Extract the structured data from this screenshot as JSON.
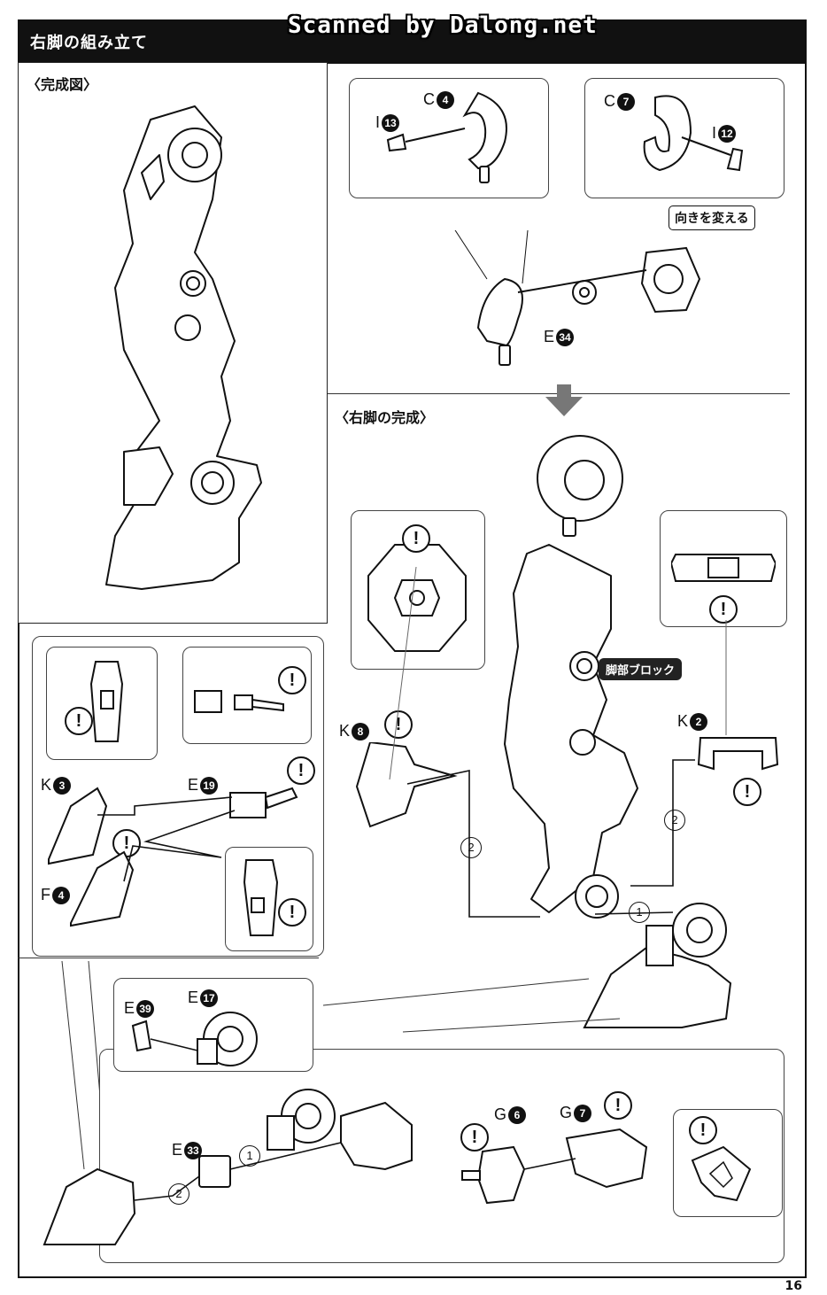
{
  "header": {
    "title": "右脚の組み立て",
    "scanner_mark": "Scanned by Dalong.net"
  },
  "sections": {
    "completed_view": "〈完成図〉",
    "right_leg_completion": "〈右脚の完成〉"
  },
  "parts": {
    "c4": {
      "letter": "C",
      "num": "4"
    },
    "i13": {
      "letter": "I",
      "num": "13"
    },
    "c7": {
      "letter": "C",
      "num": "7"
    },
    "i12": {
      "letter": "I",
      "num": "12"
    },
    "e34": {
      "letter": "E",
      "num": "34"
    },
    "k8": {
      "letter": "K",
      "num": "8"
    },
    "k2": {
      "letter": "K",
      "num": "2"
    },
    "k3": {
      "letter": "K",
      "num": "3"
    },
    "e19": {
      "letter": "E",
      "num": "19"
    },
    "f4": {
      "letter": "F",
      "num": "4"
    },
    "e39": {
      "letter": "E",
      "num": "39"
    },
    "e17": {
      "letter": "E",
      "num": "17"
    },
    "e33": {
      "letter": "E",
      "num": "33"
    },
    "g6": {
      "letter": "G",
      "num": "6"
    },
    "g7": {
      "letter": "G",
      "num": "7"
    }
  },
  "callouts": {
    "change_direction": "向きを変える",
    "leg_block": "脚部ブロック"
  },
  "warning_symbol": "!",
  "steps": {
    "one": "1",
    "two": "2"
  },
  "page_number": "16",
  "icons": [
    "warning-icon",
    "down-arrow-icon",
    "step-number-icon"
  ]
}
